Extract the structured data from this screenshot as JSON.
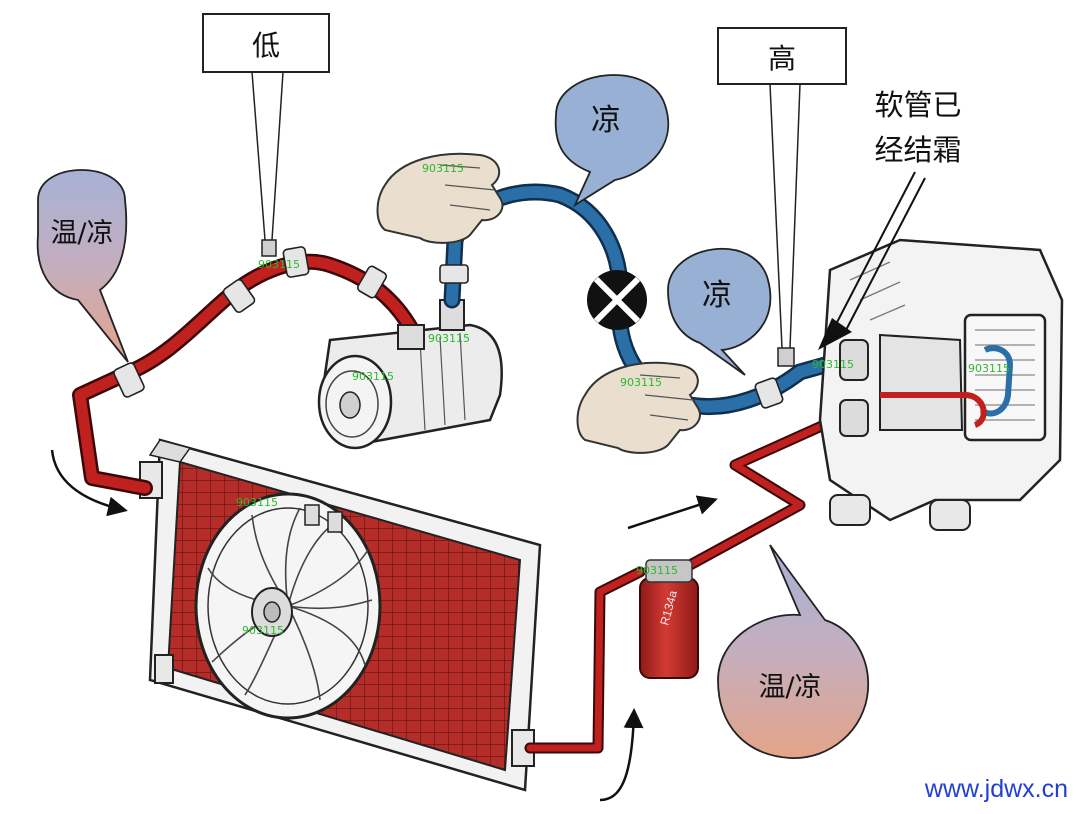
{
  "labels": {
    "low": "低",
    "high": "高",
    "cool_top": "凉",
    "cool_mid": "凉",
    "warm_cool_left": "温/凉",
    "warm_cool_right": "温/凉",
    "frost_line1": "软管已",
    "frost_line2": "经结霜"
  },
  "watermark": "903115",
  "drier_label": "R134a",
  "site_url": "www.jdwx.cn",
  "colors": {
    "hot_pipe": "#c0201e",
    "cold_pipe": "#2a6fa8",
    "cool_bubble": "#97b0d3",
    "warm_bubble_top": "#a7b1d6",
    "warm_bubble_bottom": "#e2a58c",
    "condenser": "#b52d28",
    "url": "#1f3fd6"
  }
}
